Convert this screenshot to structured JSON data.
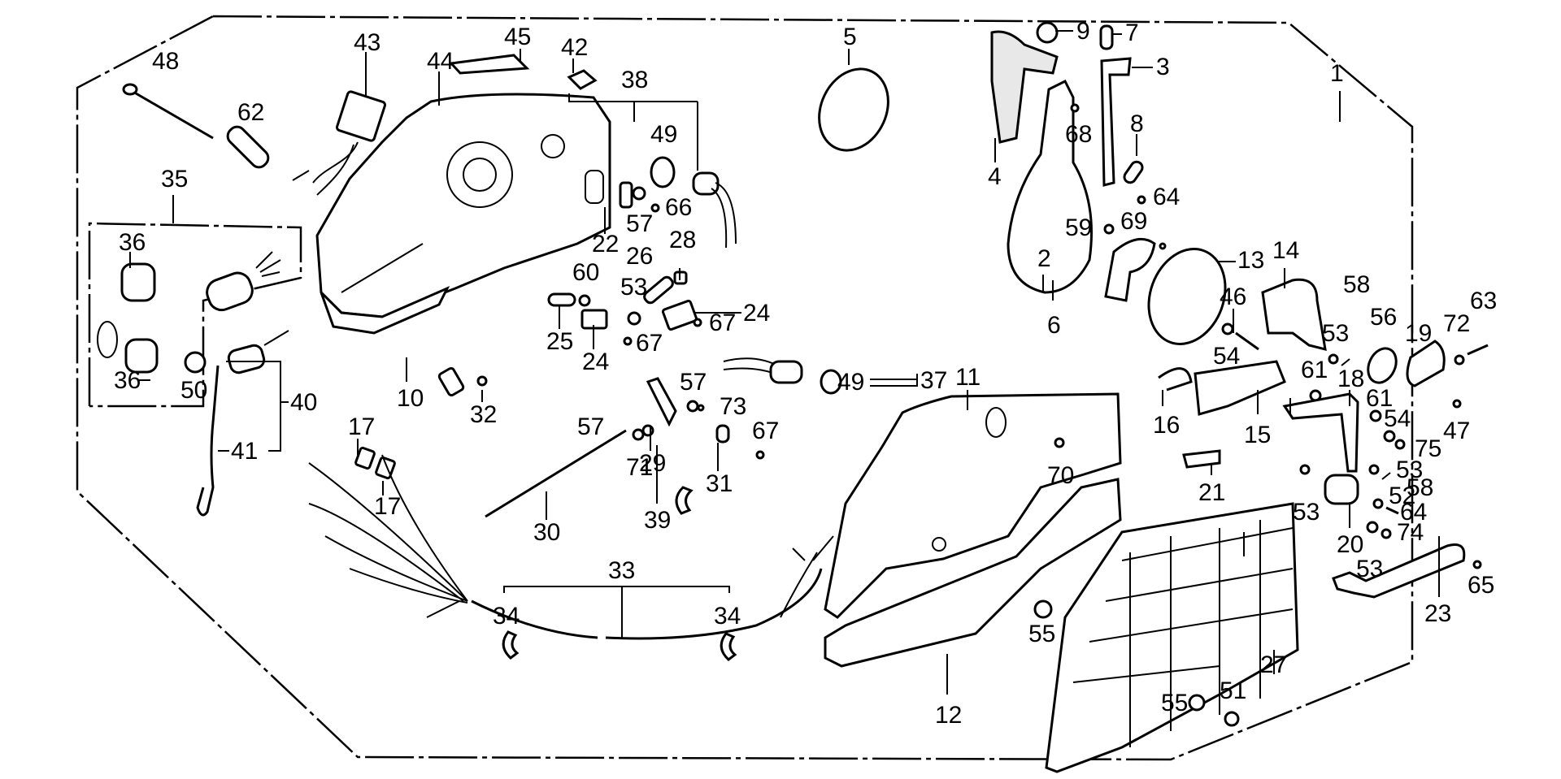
{
  "diagram": {
    "title": "Remote Control Box Parts Diagram",
    "callouts": [
      {
        "id": "c1",
        "label": "1"
      },
      {
        "id": "c2",
        "label": "2"
      },
      {
        "id": "c3",
        "label": "3"
      },
      {
        "id": "c4",
        "label": "4"
      },
      {
        "id": "c5",
        "label": "5"
      },
      {
        "id": "c6",
        "label": "6"
      },
      {
        "id": "c7",
        "label": "7"
      },
      {
        "id": "c8",
        "label": "8"
      },
      {
        "id": "c9",
        "label": "9"
      },
      {
        "id": "c10",
        "label": "10"
      },
      {
        "id": "c11",
        "label": "11"
      },
      {
        "id": "c12",
        "label": "12"
      },
      {
        "id": "c13",
        "label": "13"
      },
      {
        "id": "c14",
        "label": "14"
      },
      {
        "id": "c15",
        "label": "15"
      },
      {
        "id": "c16",
        "label": "16"
      },
      {
        "id": "c17a",
        "label": "17"
      },
      {
        "id": "c17b",
        "label": "17"
      },
      {
        "id": "c18",
        "label": "18"
      },
      {
        "id": "c19",
        "label": "19"
      },
      {
        "id": "c20",
        "label": "20"
      },
      {
        "id": "c21",
        "label": "21"
      },
      {
        "id": "c22",
        "label": "22"
      },
      {
        "id": "c23",
        "label": "23"
      },
      {
        "id": "c24a",
        "label": "24"
      },
      {
        "id": "c24b",
        "label": "24"
      },
      {
        "id": "c25",
        "label": "25"
      },
      {
        "id": "c26",
        "label": "26"
      },
      {
        "id": "c27",
        "label": "27"
      },
      {
        "id": "c28",
        "label": "28"
      },
      {
        "id": "c29",
        "label": "29"
      },
      {
        "id": "c30",
        "label": "30"
      },
      {
        "id": "c31",
        "label": "31"
      },
      {
        "id": "c32",
        "label": "32"
      },
      {
        "id": "c33",
        "label": "33"
      },
      {
        "id": "c34a",
        "label": "34"
      },
      {
        "id": "c34b",
        "label": "34"
      },
      {
        "id": "c35",
        "label": "35"
      },
      {
        "id": "c36a",
        "label": "36"
      },
      {
        "id": "c36b",
        "label": "36"
      },
      {
        "id": "c37",
        "label": "37"
      },
      {
        "id": "c38",
        "label": "38"
      },
      {
        "id": "c39",
        "label": "39"
      },
      {
        "id": "c40",
        "label": "40"
      },
      {
        "id": "c41",
        "label": "41"
      },
      {
        "id": "c42",
        "label": "42"
      },
      {
        "id": "c43",
        "label": "43"
      },
      {
        "id": "c44",
        "label": "44"
      },
      {
        "id": "c45",
        "label": "45"
      },
      {
        "id": "c46",
        "label": "46"
      },
      {
        "id": "c47",
        "label": "47"
      },
      {
        "id": "c48",
        "label": "48"
      },
      {
        "id": "c49a",
        "label": "49"
      },
      {
        "id": "c49b",
        "label": "49"
      },
      {
        "id": "c50",
        "label": "50"
      },
      {
        "id": "c51",
        "label": "51"
      },
      {
        "id": "c52",
        "label": "52"
      },
      {
        "id": "c53a",
        "label": "53"
      },
      {
        "id": "c53b",
        "label": "53"
      },
      {
        "id": "c53c",
        "label": "53"
      },
      {
        "id": "c53d",
        "label": "53"
      },
      {
        "id": "c53e",
        "label": "53"
      },
      {
        "id": "c54a",
        "label": "54"
      },
      {
        "id": "c54b",
        "label": "54"
      },
      {
        "id": "c55a",
        "label": "55"
      },
      {
        "id": "c55b",
        "label": "55"
      },
      {
        "id": "c56",
        "label": "56"
      },
      {
        "id": "c57a",
        "label": "57"
      },
      {
        "id": "c57b",
        "label": "57"
      },
      {
        "id": "c57c",
        "label": "57"
      },
      {
        "id": "c58a",
        "label": "58"
      },
      {
        "id": "c58b",
        "label": "58"
      },
      {
        "id": "c59",
        "label": "59"
      },
      {
        "id": "c60",
        "label": "60"
      },
      {
        "id": "c61a",
        "label": "61"
      },
      {
        "id": "c61b",
        "label": "61"
      },
      {
        "id": "c62",
        "label": "62"
      },
      {
        "id": "c63",
        "label": "63"
      },
      {
        "id": "c64a",
        "label": "64"
      },
      {
        "id": "c64b",
        "label": "64"
      },
      {
        "id": "c65",
        "label": "65"
      },
      {
        "id": "c66",
        "label": "66"
      },
      {
        "id": "c67a",
        "label": "67"
      },
      {
        "id": "c67b",
        "label": "67"
      },
      {
        "id": "c67c",
        "label": "67"
      },
      {
        "id": "c68",
        "label": "68"
      },
      {
        "id": "c69",
        "label": "69"
      },
      {
        "id": "c70",
        "label": "70"
      },
      {
        "id": "c71",
        "label": "71"
      },
      {
        "id": "c72",
        "label": "72"
      },
      {
        "id": "c73",
        "label": "73"
      },
      {
        "id": "c74",
        "label": "74"
      },
      {
        "id": "c75",
        "label": "75"
      }
    ]
  }
}
